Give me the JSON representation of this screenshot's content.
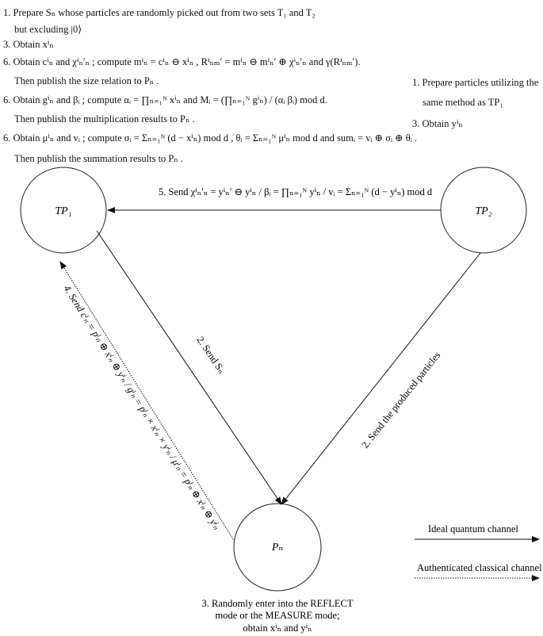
{
  "steps_left": {
    "l1": "1. Prepare  Sₙ  whose particles are randomly picked out from two sets  T₁  and  T₂",
    "l2": "but excluding  |0⟩",
    "l3": "3. Obtain  xⁱₙ",
    "l4": "6. Obtain  cⁱₙ  and  χⁱₙ′ₙ ;  compute  mⁱₙ = cⁱₙ ⊖ xⁱₙ , Rⁱₙₘ′ = mⁱₙ ⊖ mⁱₙ′ ⊕ χⁱₙ′ₙ  and  γ(Rⁱₙₘ′).",
    "l5": "Then publish the size relation to  Pₙ .",
    "l6": "6. Obtain  gⁱₙ  and  βᵢ ;  compute  αᵢ = ∏ₙ₌₁ᴺ xⁱₙ  and  Mᵢ = (∏ₙ₌₁ᴺ gⁱₙ) / (αᵢ βᵢ) mod d.",
    "l7": "Then publish the multiplication results to  Pₙ .",
    "l8": "6. Obtain  μⁱₙ  and  vᵢ ;  compute  σᵢ = Σₙ₌₁ᴺ (d − xⁱₙ) mod d , θᵢ = Σₙ₌₁ᴺ μⁱₙ mod d  and  sumᵢ = vᵢ ⊕ σᵢ ⊕ θᵢ .",
    "l9": "Then publish the summation results to  Pₙ ."
  },
  "steps_right": {
    "r1": "1. Prepare particles utilizing the",
    "r2": "same method as  TP₁",
    "r3": "3. Obtain  yⁱₙ"
  },
  "nodes": {
    "tp1": "TP₁",
    "tp2": "TP₂",
    "pn": "Pₙ"
  },
  "edges": {
    "e5": "5. Send χⁱₙ′ₙ = yⁱₙ′ ⊖ yⁱₙ / βᵢ = ∏ₙ₌₁ᴺ yⁱₙ / vᵢ = Σₙ₌₁ᴺ (d − yⁱₙ) mod d",
    "e2a": "2. Send  Sₙ",
    "e2b": "2. Send the produced particles",
    "e4": "4. Send  cⁱₙ = pⁱₙ ⊕ xⁱₙ ⊕ yⁱₙ / gⁱₙ = pⁱₙ × xⁱₙ × yⁱₙ / μⁱₙ = pⁱₙ ⊕ xⁱₙ ⊕ yⁱₙ"
  },
  "bottom": {
    "b1": "3. Randomly enter into  the REFLECT",
    "b2": "mode or the MEASURE mode;",
    "b3": "obtain  xⁱₙ  and  yⁱₙ"
  },
  "legend": {
    "quantum": "Ideal quantum channel",
    "classical": "Authenticated classical channel"
  }
}
